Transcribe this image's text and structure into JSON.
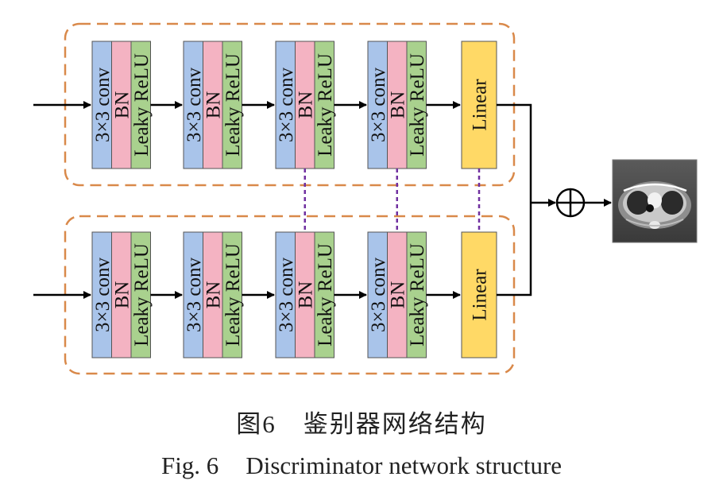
{
  "diagram": {
    "branches": [
      {
        "blocks": [
          {
            "labels": [
              "3×3 conv",
              "BN",
              "Leaky ReLU"
            ]
          },
          {
            "labels": [
              "3×3 conv",
              "BN",
              "Leaky ReLU"
            ]
          },
          {
            "labels": [
              "3×3 conv",
              "BN",
              "Leaky ReLU"
            ]
          },
          {
            "labels": [
              "3×3 conv",
              "BN",
              "Leaky ReLU"
            ]
          }
        ],
        "linear_label": "Linear"
      },
      {
        "blocks": [
          {
            "labels": [
              "3×3 conv",
              "BN",
              "Leaky ReLU"
            ]
          },
          {
            "labels": [
              "3×3 conv",
              "BN",
              "Leaky ReLU"
            ]
          },
          {
            "labels": [
              "3×3 conv",
              "BN",
              "Leaky ReLU"
            ]
          },
          {
            "labels": [
              "3×3 conv",
              "BN",
              "Leaky ReLU"
            ]
          }
        ],
        "linear_label": "Linear"
      }
    ],
    "shared_connections": [
      "block-3",
      "block-4",
      "linear"
    ],
    "merge_operator": "⊕",
    "output": "ct-scan-image"
  },
  "colors": {
    "conv": "#a9c4ea",
    "bn": "#f4b3c2",
    "relu": "#a9d18e",
    "linear": "#ffd966",
    "dashed_border": "#d9894a",
    "shared_link": "#7030a0"
  },
  "caption": {
    "zh_label": "图6",
    "zh_text": "鉴别器网络结构",
    "en_label": "Fig. 6",
    "en_text": "Discriminator network structure"
  }
}
